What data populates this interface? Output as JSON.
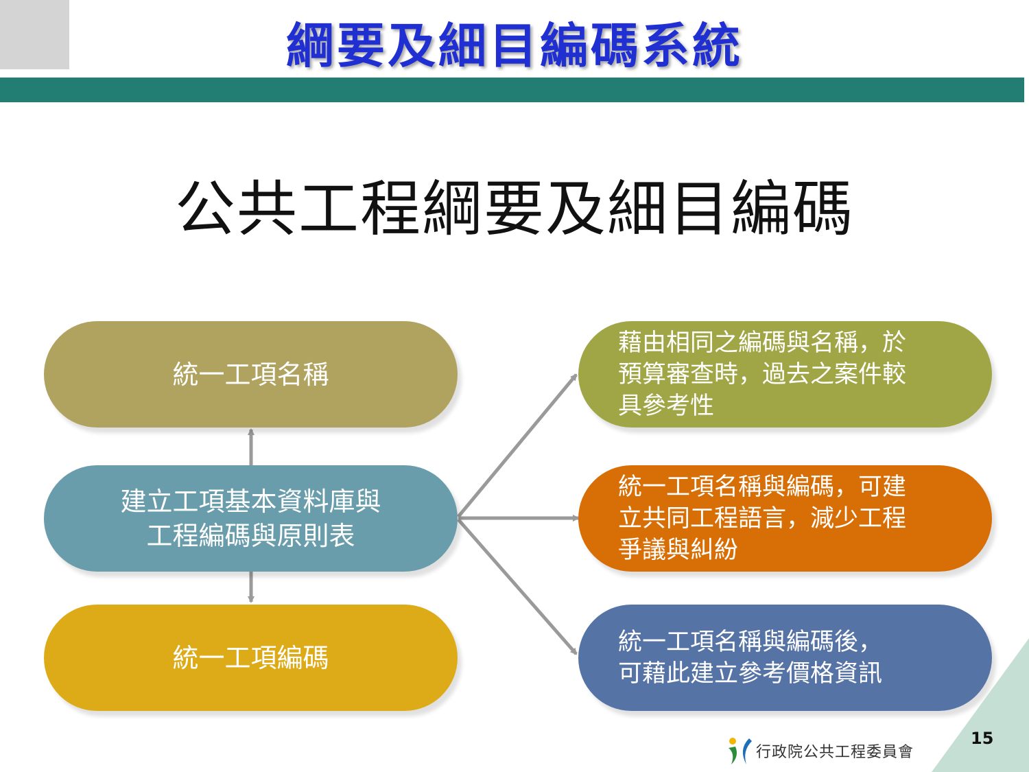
{
  "header": {
    "title": "綱要及細目編碼系統"
  },
  "main_title": "公共工程綱要及細目編碼",
  "diagram": {
    "left_nodes": [
      {
        "label": "統一工項名稱",
        "color": "#b0a25f"
      },
      {
        "label": "建立工項基本資料庫與\n工程編碼與原則表",
        "color": "#6a9dab"
      },
      {
        "label": "統一工項編碼",
        "color": "#ddab18"
      }
    ],
    "right_nodes": [
      {
        "label": "藉由相同之編碼與名稱，於\n預算審查時，過去之案件較\n具參考性",
        "color": "#a0a646"
      },
      {
        "label": "統一工項名稱與編碼，可建\n立共同工程語言，減少工程\n爭議與糾紛",
        "color": "#d86f06"
      },
      {
        "label": "統一工項名稱與編碼後，\n可藉此建立參考價格資訊",
        "color": "#5673a6"
      }
    ],
    "arrow_color": "#9a9a9a"
  },
  "footer": {
    "org_name": "行政院公共工程委員會",
    "page_number": "15"
  }
}
